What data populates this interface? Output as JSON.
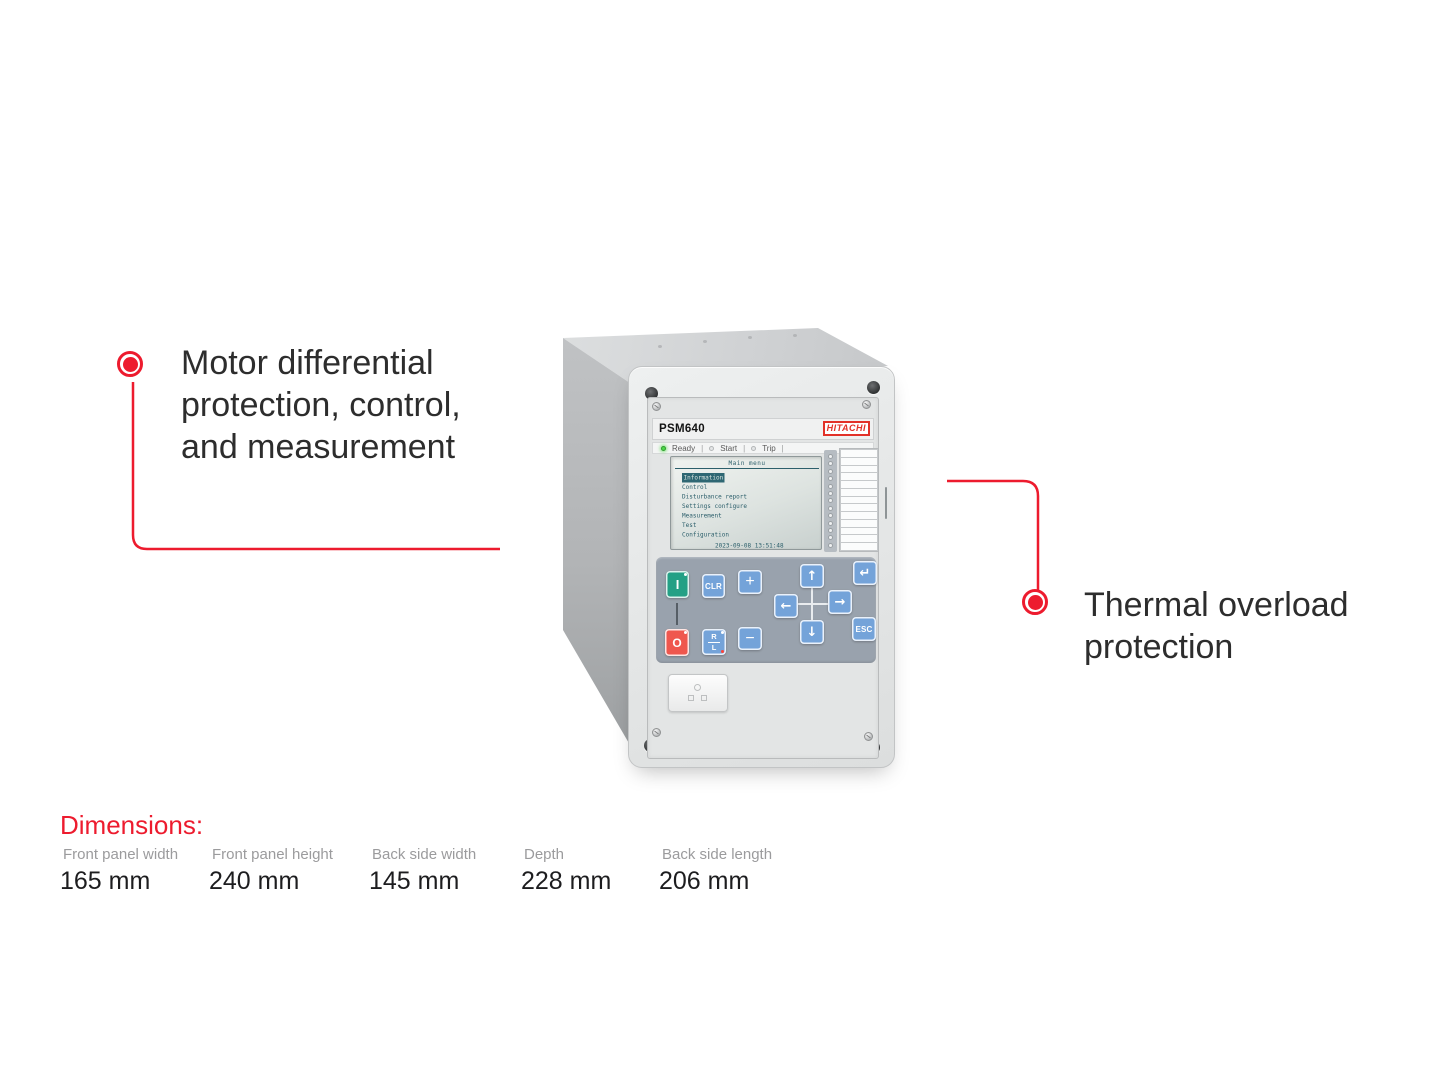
{
  "callouts": {
    "left": {
      "lines": [
        "Motor differential",
        "protection, control,",
        "and measurement"
      ]
    },
    "right": {
      "lines": [
        "Thermal overload",
        "protection"
      ]
    }
  },
  "device": {
    "model": "PSM640",
    "brand": "HITACHI",
    "status_separator": "|",
    "status": [
      {
        "label": "Ready",
        "state": "on"
      },
      {
        "label": "Start",
        "state": "off"
      },
      {
        "label": "Trip",
        "state": "off"
      }
    ],
    "lcd": {
      "title": "Main menu",
      "items": [
        "Information",
        "Control",
        "Disturbance report",
        "Settings configure",
        "Measurement",
        "Test",
        "Configuration"
      ],
      "selected": "Information",
      "timestamp": "2023-09-08 13:51:48"
    },
    "keypad": {
      "power_on": "I",
      "power_off": "O",
      "clear": "CLR",
      "remote_local_top": "R",
      "remote_local_bottom": "L",
      "plus": "+",
      "minus": "−",
      "up": "↑",
      "down": "↓",
      "left": "←",
      "right": "→",
      "enter": "↵",
      "escape": "ESC"
    }
  },
  "dimensions": {
    "heading": "Dimensions:",
    "items": [
      {
        "label": "Front panel width",
        "value": "165 mm"
      },
      {
        "label": "Front panel height",
        "value": "240 mm"
      },
      {
        "label": "Back side width",
        "value": "145 mm"
      },
      {
        "label": "Depth",
        "value": "228 mm"
      },
      {
        "label": "Back side length",
        "value": "206 mm"
      }
    ]
  },
  "colors": {
    "accent_red": "#ed1b2e",
    "brand_red": "#e23128",
    "button_blue": "#74a3d9",
    "power_on_green": "#23a085",
    "power_off_red": "#ef574e",
    "led_ready_green": "#4ed84a",
    "lcd_text": "#2c5f6b",
    "lcd_selected_bg": "#2e6773"
  }
}
